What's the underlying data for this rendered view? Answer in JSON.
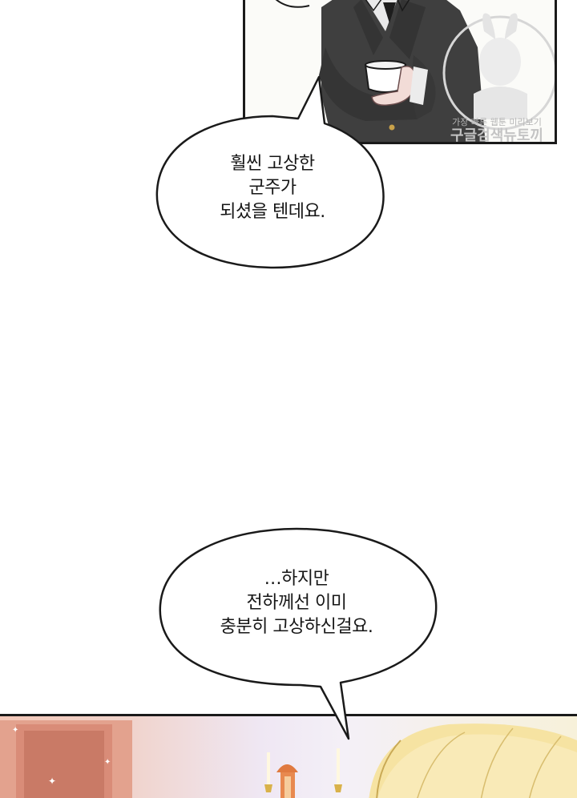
{
  "bubbles": [
    {
      "id": "bubble-1",
      "lines": [
        "훨씬 고상한",
        "군주가",
        "되셨을 텐데요."
      ]
    },
    {
      "id": "bubble-2",
      "lines": [
        "…하지만",
        "전하께선 이미",
        "충분히 고상하신걸요."
      ]
    }
  ],
  "watermark": {
    "line1": "가장 빠른 웹툰 미리보기",
    "line2": "구글검색뉴토끼"
  },
  "colors": {
    "ink": "#1a1a1a",
    "suit": "#3d3d3d",
    "paper": "#ffffff"
  }
}
